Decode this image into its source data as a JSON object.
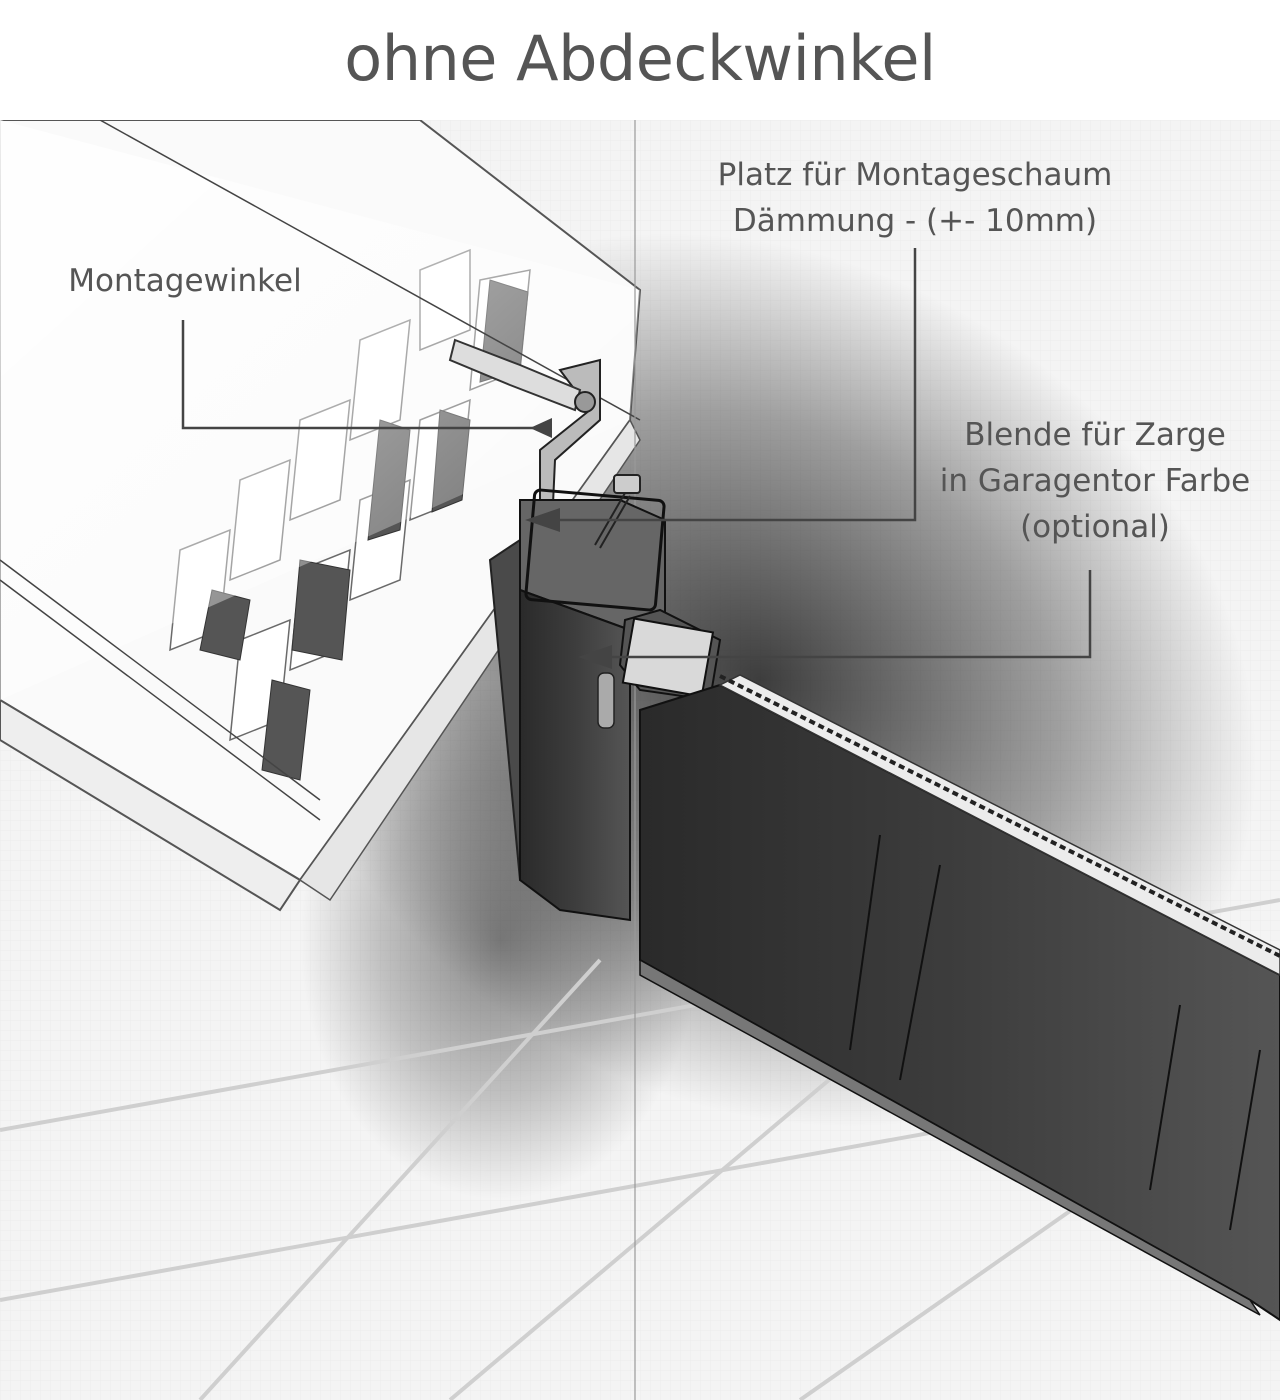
{
  "title": "ohne Abdeckwinkel",
  "labels": {
    "montagewinkel": {
      "lines": [
        "Montagewinkel"
      ]
    },
    "platz": {
      "lines": [
        "Platz für Montageschaum",
        "Dämmung - (+- 10mm)"
      ]
    },
    "blende": {
      "lines": [
        "Blende für Zarge",
        "in Garagentor Farbe",
        "(optional)"
      ]
    }
  },
  "colors": {
    "text": "#555555",
    "leader": "#444444",
    "frame": "#2e2e2e",
    "door": "#3a3a3a"
  }
}
